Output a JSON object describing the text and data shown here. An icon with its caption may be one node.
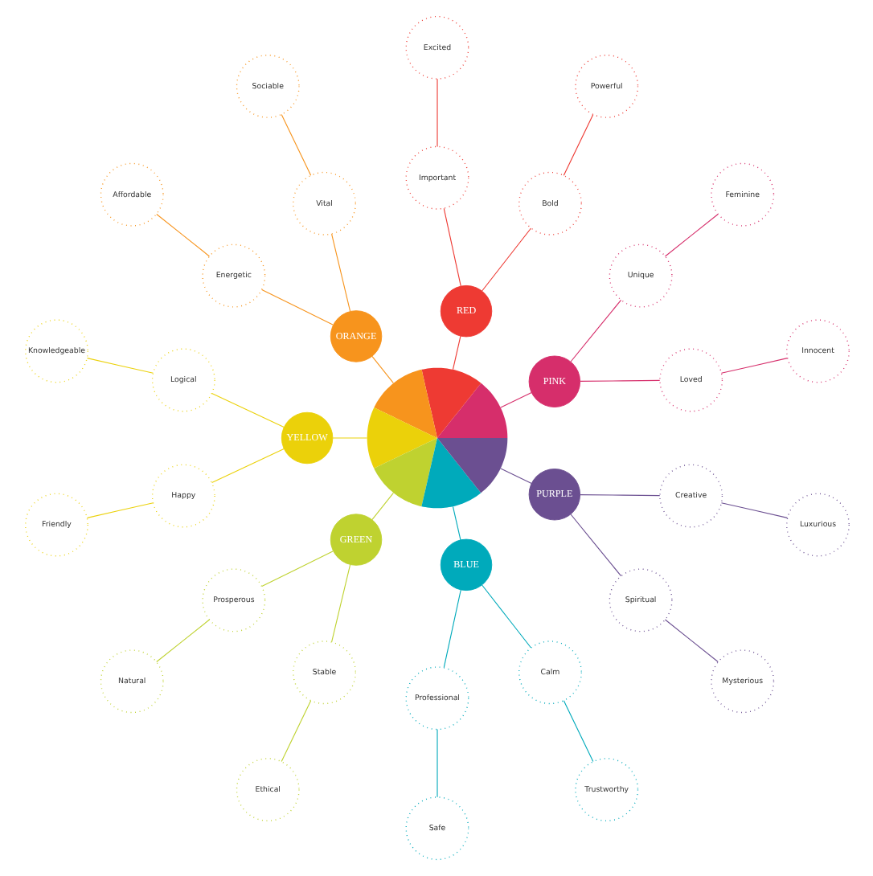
{
  "diagram": {
    "nodes": [
      {
        "text": [],
        "shape": "circle"
      },
      {
        "text": [
          "PINK"
        ]
      },
      {
        "text": [
          "Feminine"
        ]
      },
      {
        "text": [
          "Loved"
        ]
      },
      {
        "text": [
          "Unique"
        ]
      },
      {
        "text": [
          "Innocent"
        ]
      },
      {
        "text": [
          "RED"
        ]
      },
      {
        "text": [
          "Powerful"
        ]
      },
      {
        "text": [
          "Bold"
        ]
      },
      {
        "text": [
          "Important"
        ]
      },
      {
        "text": [
          "Excited"
        ]
      },
      {
        "text": [
          "ORANGE"
        ]
      },
      {
        "text": [
          "Sociable"
        ]
      },
      {
        "text": [
          "Vital"
        ]
      },
      {
        "text": [
          "Energetic"
        ]
      },
      {
        "text": [
          "Affordable"
        ]
      },
      {
        "text": [
          "YELLOW"
        ]
      },
      {
        "text": [
          "Knowledgeable"
        ]
      },
      {
        "text": [
          "Logical"
        ]
      },
      {
        "text": [
          "Friendly"
        ]
      },
      {
        "text": [
          "Happy"
        ]
      },
      {
        "text": [
          "GREEN"
        ]
      },
      {
        "text": [
          "Natural"
        ]
      },
      {
        "text": [
          "Ethical"
        ]
      },
      {
        "text": [
          "Prosperous"
        ]
      },
      {
        "text": [
          "Stable"
        ]
      },
      {
        "text": [
          "BLUE"
        ]
      },
      {
        "text": [
          "Safe"
        ]
      },
      {
        "text": [
          "Professional"
        ]
      },
      {
        "text": [
          "Calm"
        ]
      },
      {
        "text": [
          "Trustworthy"
        ]
      },
      {
        "text": [
          "PURPLE"
        ]
      },
      {
        "text": [
          "Mysterious"
        ]
      },
      {
        "text": [
          "Spiritual"
        ]
      },
      {
        "text": [
          "Creative"
        ]
      },
      {
        "text": [
          "Luxurious"
        ]
      }
    ],
    "edges": [
      {
        "from": 0,
        "to": 1,
        "arrow": "none",
        "color": "#d62e6b"
      },
      {
        "from": 1,
        "to": 4,
        "arrow": "none",
        "color": "#d62e6b"
      },
      {
        "from": 4,
        "to": 2,
        "arrow": "none",
        "color": "#d62e6b"
      },
      {
        "from": 1,
        "to": 3,
        "arrow": "none",
        "color": "#d62e6b"
      },
      {
        "from": 3,
        "to": 5,
        "arrow": "none",
        "color": "#d62e6b"
      },
      {
        "from": 0,
        "to": 6,
        "arrow": "none",
        "color": "#ee3a33"
      },
      {
        "from": 6,
        "to": 8,
        "arrow": "none",
        "color": "#ee3a33"
      },
      {
        "from": 8,
        "to": 7,
        "arrow": "none",
        "color": "#ee3a33"
      },
      {
        "from": 6,
        "to": 9,
        "arrow": "none",
        "color": "#ee3a33"
      },
      {
        "from": 9,
        "to": 10,
        "arrow": "none",
        "color": "#ee3a33"
      },
      {
        "from": 0,
        "to": 11,
        "arrow": "none",
        "color": "#f7941d"
      },
      {
        "from": 11,
        "to": 13,
        "arrow": "none",
        "color": "#f7941d"
      },
      {
        "from": 13,
        "to": 12,
        "arrow": "none",
        "color": "#f7941d"
      },
      {
        "from": 11,
        "to": 14,
        "arrow": "none",
        "color": "#f7941d"
      },
      {
        "from": 14,
        "to": 15,
        "arrow": "none",
        "color": "#f7941d"
      },
      {
        "from": 0,
        "to": 16,
        "arrow": "none",
        "color": "#ebd10a"
      },
      {
        "from": 16,
        "to": 18,
        "arrow": "none",
        "color": "#ebd10a"
      },
      {
        "from": 18,
        "to": 17,
        "arrow": "none",
        "color": "#ebd10a"
      },
      {
        "from": 16,
        "to": 20,
        "arrow": "none",
        "color": "#ebd10a"
      },
      {
        "from": 20,
        "to": 19,
        "arrow": "none",
        "color": "#ebd10a"
      },
      {
        "from": 0,
        "to": 21,
        "arrow": "none",
        "color": "#bfd230"
      },
      {
        "from": 21,
        "to": 24,
        "arrow": "none",
        "color": "#bfd230"
      },
      {
        "from": 24,
        "to": 22,
        "arrow": "none",
        "color": "#bfd230"
      },
      {
        "from": 21,
        "to": 25,
        "arrow": "none",
        "color": "#bfd230"
      },
      {
        "from": 25,
        "to": 23,
        "arrow": "none",
        "color": "#bfd230"
      },
      {
        "from": 0,
        "to": 26,
        "arrow": "none",
        "color": "#00aabb"
      },
      {
        "from": 26,
        "to": 28,
        "arrow": "none",
        "color": "#00aabb"
      },
      {
        "from": 28,
        "to": 27,
        "arrow": "none",
        "color": "#00aabb"
      },
      {
        "from": 26,
        "to": 29,
        "arrow": "none",
        "color": "#00aabb"
      },
      {
        "from": 29,
        "to": 30,
        "arrow": "none",
        "color": "#00aabb"
      },
      {
        "from": 0,
        "to": 31,
        "arrow": "none",
        "color": "#6b4f91"
      },
      {
        "from": 31,
        "to": 33,
        "arrow": "none",
        "color": "#6b4f91"
      },
      {
        "from": 33,
        "to": 32,
        "arrow": "none",
        "color": "#6b4f91"
      },
      {
        "from": 31,
        "to": 34,
        "arrow": "none",
        "color": "#6b4f91"
      },
      {
        "from": 34,
        "to": 35,
        "arrow": "none",
        "color": "#6b4f91"
      }
    ]
  }
}
